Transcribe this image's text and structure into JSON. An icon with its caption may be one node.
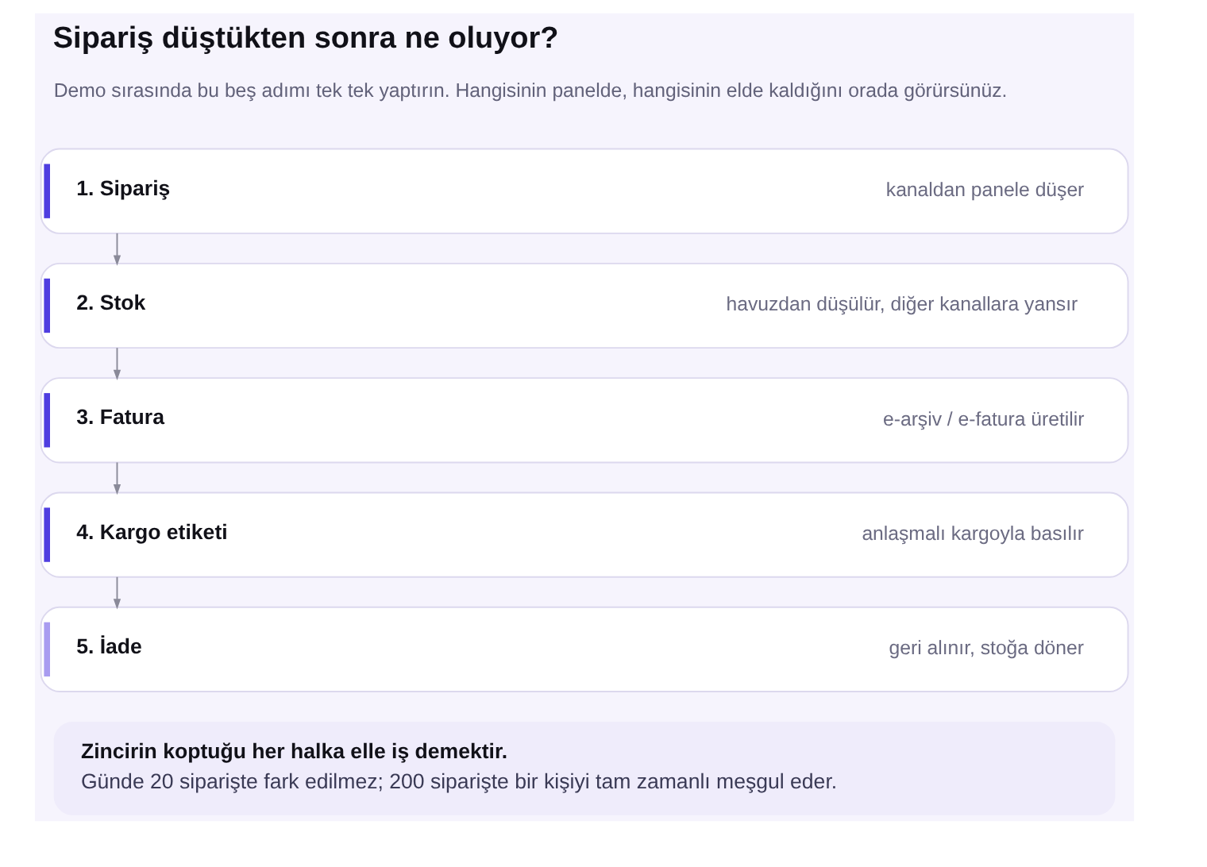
{
  "diagram": {
    "title": "Sipariş düştükten sonra ne oluyor?",
    "nodes": [
      {
        "text": [
          "1. Sipariş",
          "kanaldan panele düşer"
        ]
      },
      {
        "text": [
          "2. Stok",
          "havuzdan düşülür, diğer kanallara yansır"
        ]
      },
      {
        "text": [
          "3. Fatura",
          "e-arşiv / e-fatura üretilir"
        ]
      },
      {
        "text": [
          "4. Kargo etiketi",
          "anlaşmalı kargoyla basılır"
        ]
      },
      {
        "text": [
          "5. İade",
          "geri alınır, stoğa döner"
        ]
      },
      {
        "text": [
          "Zincirin koptuğu her halka elle iş demektir.",
          "Günde 20 siparişte fark edilmez; 200 siparişte bir kişiyi tam zamanlı meşgul eder."
        ]
      }
    ],
    "edges": [
      {
        "from": 0,
        "to": 1,
        "arrow": "to"
      },
      {
        "from": 1,
        "to": 2,
        "arrow": "to"
      },
      {
        "from": 2,
        "to": 3,
        "arrow": "to"
      },
      {
        "from": 3,
        "to": 4,
        "arrow": "to"
      }
    ],
    "labels": [
      "Demo sırasında bu beş adımı tek tek yaptırın. Hangisinin panelde, hangisinin elde kaldığını orada görürsünüz."
    ]
  }
}
